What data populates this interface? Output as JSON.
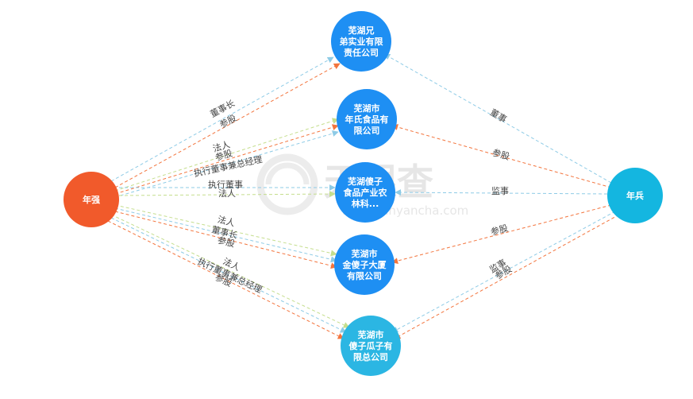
{
  "colors": {
    "person": "#f15a2b",
    "person2": "#14b6e0",
    "company": "#1e8ff3",
    "company_light": "#2bb6e3",
    "edge_blue": "#8ecbe6",
    "edge_orange": "#f3753e",
    "edge_green": "#c5de8e",
    "label_text": "#444444",
    "watermark": "#e8e8e8"
  },
  "watermark": {
    "cn": "天眼查",
    "url": "www.tianyancha.com"
  },
  "nodes": [
    {
      "id": "p1",
      "kind": "person",
      "lines": [
        "年强"
      ]
    },
    {
      "id": "p2",
      "kind": "person2",
      "lines": [
        "年兵"
      ]
    },
    {
      "id": "c1",
      "kind": "company",
      "lines": [
        "芜湖兄",
        "弟实业有限",
        "责任公司"
      ]
    },
    {
      "id": "c2",
      "kind": "company",
      "lines": [
        "芜湖市",
        "年氏食品有",
        "限公司"
      ]
    },
    {
      "id": "c3",
      "kind": "company",
      "lines": [
        "芜湖傻子",
        "食品产业农",
        "林科..."
      ]
    },
    {
      "id": "c4",
      "kind": "company",
      "lines": [
        "芜湖市",
        "金傻子大厦",
        "有限公司"
      ]
    },
    {
      "id": "c5",
      "kind": "company_light",
      "lines": [
        "芜湖市",
        "傻子瓜子有",
        "限总公司"
      ]
    }
  ],
  "edges": [
    {
      "from": "p1",
      "to": "c1",
      "color": "edge_blue",
      "labels": [
        "董事长"
      ]
    },
    {
      "from": "p1",
      "to": "c1",
      "color": "edge_orange",
      "labels": [
        "参股"
      ]
    },
    {
      "from": "p1",
      "to": "c2",
      "color": "edge_green",
      "labels": [
        "法人"
      ]
    },
    {
      "from": "p1",
      "to": "c2",
      "color": "edge_orange",
      "labels": [
        "参股"
      ]
    },
    {
      "from": "p1",
      "to": "c2",
      "color": "edge_blue",
      "labels": [
        "执行董事兼总经理"
      ]
    },
    {
      "from": "p1",
      "to": "c3",
      "color": "edge_blue",
      "labels": [
        "执行董事"
      ]
    },
    {
      "from": "p1",
      "to": "c3",
      "color": "edge_green",
      "labels": [
        "法人"
      ]
    },
    {
      "from": "p1",
      "to": "c4",
      "color": "edge_green",
      "labels": [
        "法人"
      ]
    },
    {
      "from": "p1",
      "to": "c4",
      "color": "edge_blue",
      "labels": [
        "董事长"
      ]
    },
    {
      "from": "p1",
      "to": "c4",
      "color": "edge_orange",
      "labels": [
        "参股"
      ]
    },
    {
      "from": "p1",
      "to": "c5",
      "color": "edge_green",
      "labels": [
        "法人"
      ]
    },
    {
      "from": "p1",
      "to": "c5",
      "color": "edge_blue",
      "labels": [
        "执行董事兼总经理"
      ]
    },
    {
      "from": "p1",
      "to": "c5",
      "color": "edge_orange",
      "labels": [
        "参股"
      ]
    },
    {
      "from": "p2",
      "to": "c1",
      "color": "edge_blue",
      "labels": [
        "董事"
      ]
    },
    {
      "from": "p2",
      "to": "c2",
      "color": "edge_orange",
      "labels": [
        "参股"
      ]
    },
    {
      "from": "p2",
      "to": "c3",
      "color": "edge_blue",
      "labels": [
        "监事"
      ]
    },
    {
      "from": "p2",
      "to": "c4",
      "color": "edge_orange",
      "labels": [
        "参股"
      ]
    },
    {
      "from": "p2",
      "to": "c5",
      "color": "edge_blue",
      "labels": [
        "监事"
      ]
    },
    {
      "from": "p2",
      "to": "c5",
      "color": "edge_orange",
      "labels": [
        "参股"
      ]
    }
  ]
}
